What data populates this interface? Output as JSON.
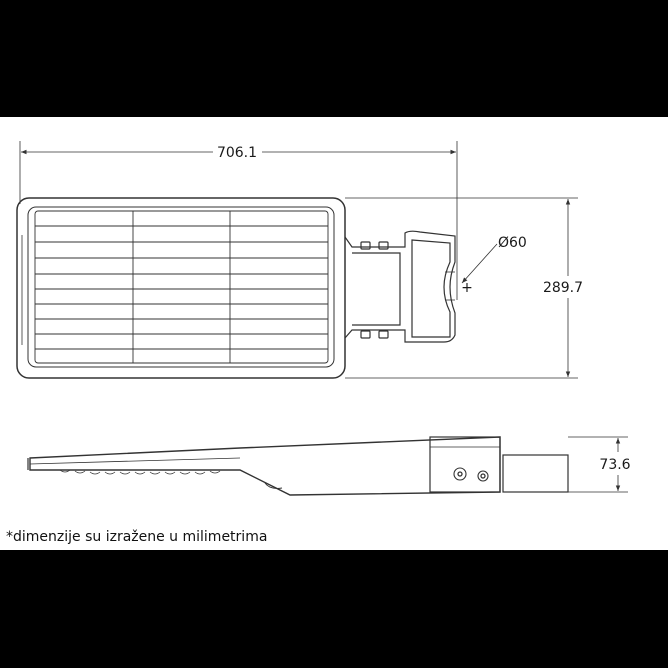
{
  "top_view": {
    "width_label": "706.1",
    "height_label": "289.7",
    "pole_diameter_label": "Ø60",
    "center_mark": "+"
  },
  "side_view": {
    "depth_label": "73.6"
  },
  "note": "*dimenzije su izražene u milimetrima",
  "colors": {
    "line": "#333333",
    "background": "#ffffff",
    "letterbox": "#000000"
  }
}
